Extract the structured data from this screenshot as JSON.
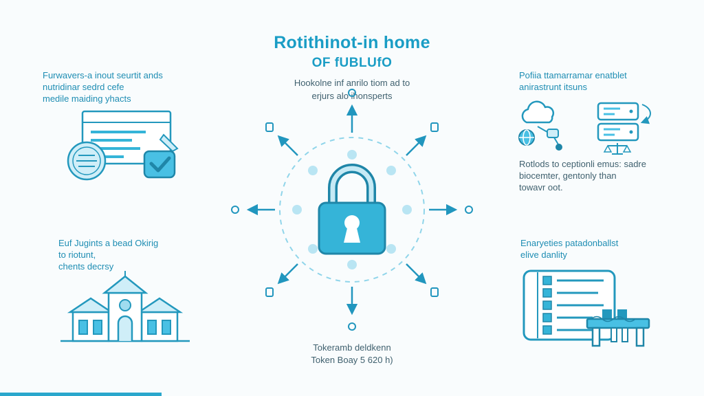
{
  "title": {
    "heading_line1": "Rotithinot-in home",
    "heading_line2": "OF fUBLUfO",
    "subtitle_line1": "Hookolne inf anrilo tiom ad to",
    "subtitle_line2": "erjurs alo ihonsperts"
  },
  "panels": {
    "top_left": {
      "lines": [
        "Furwavers-a inout seurtit ands",
        "nutridinar sedrd cefe",
        "medile maiding yhacts"
      ]
    },
    "bottom_left": {
      "lines": [
        "Euf Jugints a bead Okirig",
        "to riotunt,",
        "chents decrsy"
      ]
    },
    "top_right": {
      "heading_lines": [
        "Pofiia ttamarramar enatblet",
        "anirastrunt itsuns"
      ],
      "body_lines": [
        "Rotlods to ceptionli emus: sadre",
        "biocemter, gentonly than",
        "towavr oot."
      ]
    },
    "bottom_right": {
      "lines": [
        "Enaryeties patadonballst",
        "elive danlity"
      ]
    }
  },
  "footer": {
    "lines": [
      "Tokeramb deldkenn",
      "Token Boay 5 620 h)"
    ]
  },
  "icons": {
    "center": "padlock-icon",
    "center_ring": "dashed-circle",
    "rays": "radial-arrows",
    "top_left": "document-verification-icon",
    "bottom_left": "building-icon",
    "top_right_a": "cloud-network-icon",
    "top_right_b": "server-scale-icon",
    "bottom_right": "checklist-table-icon"
  },
  "colors": {
    "accent_teal": "#1a9dc5",
    "stroke_teal": "#2398bd",
    "dark_teal": "#1f86a8",
    "lock_fill": "#35b4d8",
    "light_blue": "#cfeef8",
    "dot_blue": "#b9e5f3",
    "body_slate": "#40616f",
    "background": "#f9fcfd"
  }
}
